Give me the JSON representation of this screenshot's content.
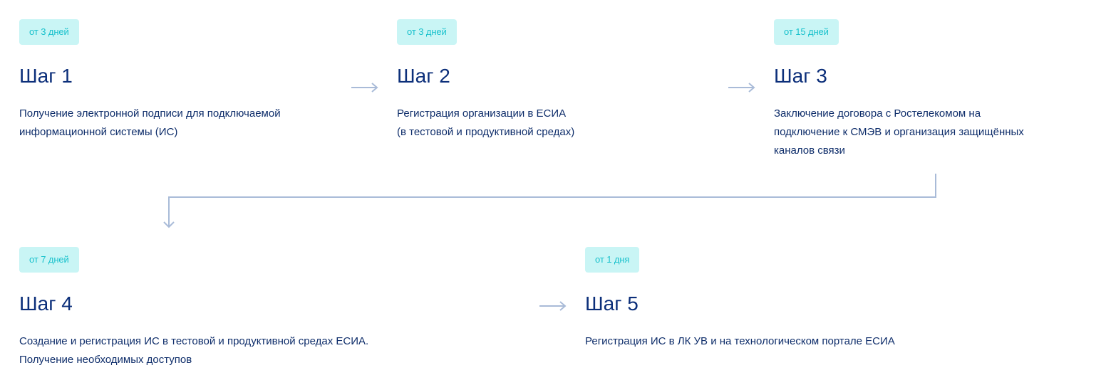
{
  "steps": [
    {
      "duration": "от 3 дней",
      "title": "Шаг 1",
      "description": "Получение электронной подписи для подключаемой\nинформационной системы (ИС)"
    },
    {
      "duration": "от 3 дней",
      "title": "Шаг 2",
      "description": "Регистрация организации в ЕСИА\n(в тестовой и продуктивной средах)"
    },
    {
      "duration": "от 15 дней",
      "title": "Шаг 3",
      "description": "Заключение договора с Ростелекомом на\nподключение к СМЭВ и организация защищённых\nканалов связи"
    },
    {
      "duration": "от 7 дней",
      "title": "Шаг 4",
      "description": "Создание и регистрация ИС в тестовой и продуктивной средах ЕСИА.\nПолучение необходимых доступов"
    },
    {
      "duration": "от 1 дня",
      "title": "Шаг 5",
      "description": "Регистрация ИС в ЛК УВ и на технологическом портале ЕСИА"
    }
  ],
  "colors": {
    "badge_bg": "#c9f5f5",
    "badge_text": "#18c1cc",
    "title": "#0c2f7a",
    "text": "#0e2d6a",
    "connector": "#a9bbd8"
  },
  "icons": {
    "arrow_right": "arrow-right-icon",
    "connector_down": "elbow-arrow-down-icon"
  }
}
